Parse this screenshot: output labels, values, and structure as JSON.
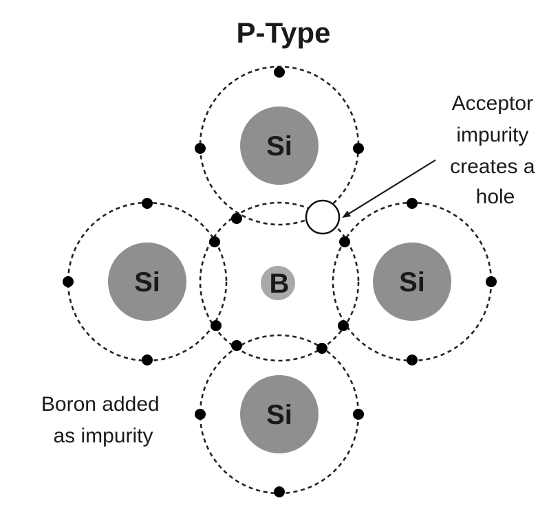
{
  "title": "P-Type",
  "atoms": {
    "top": "Si",
    "left": "Si",
    "right": "Si",
    "bottom": "Si",
    "center": "B"
  },
  "annotations": {
    "acceptor": [
      "Acceptor",
      "impurity",
      "creates a",
      "hole"
    ],
    "boron": [
      "Boron added",
      "as impurity"
    ]
  },
  "colors": {
    "nucleus": "#8f8f8f",
    "electron": "#000000",
    "orbit": "#222222"
  }
}
